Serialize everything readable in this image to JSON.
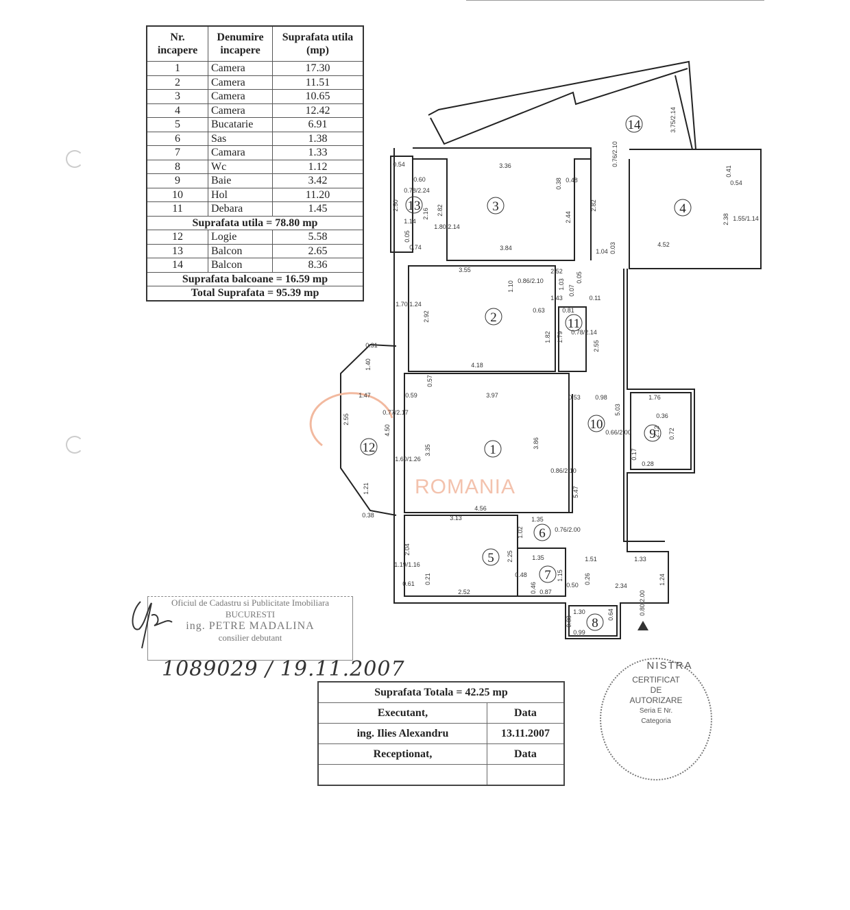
{
  "area_table": {
    "headers": [
      "Nr. incapere",
      "Denumire incapere",
      "Suprafata utila (mp)"
    ],
    "rooms": [
      {
        "nr": "1",
        "name": "Camera",
        "area": "17.30"
      },
      {
        "nr": "2",
        "name": "Camera",
        "area": "11.51"
      },
      {
        "nr": "3",
        "name": "Camera",
        "area": "10.65"
      },
      {
        "nr": "4",
        "name": "Camera",
        "area": "12.42"
      },
      {
        "nr": "5",
        "name": "Bucatarie",
        "area": "6.91"
      },
      {
        "nr": "6",
        "name": "Sas",
        "area": "1.38"
      },
      {
        "nr": "7",
        "name": "Camara",
        "area": "1.33"
      },
      {
        "nr": "8",
        "name": "Wc",
        "area": "1.12"
      },
      {
        "nr": "9",
        "name": "Baie",
        "area": "3.42"
      },
      {
        "nr": "10",
        "name": "Hol",
        "area": "11.20"
      },
      {
        "nr": "11",
        "name": "Debara",
        "area": "1.45"
      }
    ],
    "useful_total": "Suprafata utila = 78.80 mp",
    "balconies": [
      {
        "nr": "12",
        "name": "Logie",
        "area": "5.58"
      },
      {
        "nr": "13",
        "name": "Balcon",
        "area": "2.65"
      },
      {
        "nr": "14",
        "name": "Balcon",
        "area": "8.36"
      }
    ],
    "balcony_total": "Suprafata balcoane = 16.59 mp",
    "grand_total": "Total Suprafata = 95.39 mp"
  },
  "plan": {
    "room_numbers": [
      "1",
      "2",
      "3",
      "4",
      "5",
      "6",
      "7",
      "8",
      "9",
      "10",
      "11",
      "12",
      "13",
      "14"
    ],
    "dims": [
      "3.36",
      "0.60",
      "0.54",
      "0.38",
      "0.48",
      "2.50",
      "2.16",
      "2.82",
      "1.14",
      "1.80/2.14",
      "2.44",
      "2.82",
      "3.84",
      "0.74",
      "0.05",
      "0.41",
      "0.54",
      "2.38",
      "1.55/1.14",
      "4.52",
      "1.04",
      "0.03",
      "3.55",
      "1.10",
      "0.86/2.10",
      "2.52",
      "1.03",
      "0.05",
      "0.07",
      "1.43",
      "0.11",
      "0.63",
      "0.81",
      "1.70/1.24",
      "2.92",
      "1.82",
      "1.79",
      "0.78/2.14",
      "2.55",
      "4.18",
      "0.31",
      "1.40",
      "0.57",
      "0.59",
      "3.97",
      "1.47",
      "2.55",
      "0.77/2.17",
      "4.50",
      "3.35",
      "1.60/1.26",
      "3.86",
      "0.86/2.10",
      "5.47",
      "1.21",
      "0.38",
      "4.56",
      "0.53",
      "0.98",
      "5.03",
      "1.76",
      "0.36",
      "2.12",
      "0.72",
      "0.66/2.00",
      "0.17",
      "0.28",
      "3.13",
      "1.35",
      "1.02",
      "0.76/2.00",
      "2.04",
      "1.19/1.16",
      "2.25",
      "1.35",
      "1.51",
      "1.33",
      "1.15",
      "0.48",
      "0.21",
      "0.26",
      "0.61",
      "2.52",
      "0.46",
      "0.87",
      "0.50",
      "2.34",
      "1.24",
      "1.30",
      "0.64",
      "0.88",
      "0.99",
      "0.80/2.00",
      "0.78/2.24",
      "3.75/2.14",
      "0.76/2.10"
    ],
    "watermark": "ROMANIA",
    "entrance_marker": "entrance-triangle-icon"
  },
  "cadastre_stamp": {
    "line1": "Oficiul de Cadastru si Publicitate Imobiliara",
    "line2": "BUCURESTI",
    "line3": "ing. PETRE MADALINA",
    "line4": "consilier debutant"
  },
  "handwritten_reference": "1089029 / 19.11.2007",
  "signature_table": {
    "total": "Suprafata Totala = 42.25 mp",
    "executant_label": "Executant,",
    "data_label": "Data",
    "executant_name": "ing. Ilies Alexandru",
    "executant_date": "13.11.2007",
    "receptionat_label": "Receptionat,",
    "receptionat_data_label": "Data"
  },
  "authorization_stamp": {
    "top": "NISTRA",
    "line1": "CERTIFICAT",
    "line2": "DE",
    "line3": "AUTORIZARE",
    "line4": "Seria E Nr.",
    "line5": "Categoria"
  },
  "colors": {
    "ink": "#222222",
    "watermark": "#f3c2ad"
  }
}
